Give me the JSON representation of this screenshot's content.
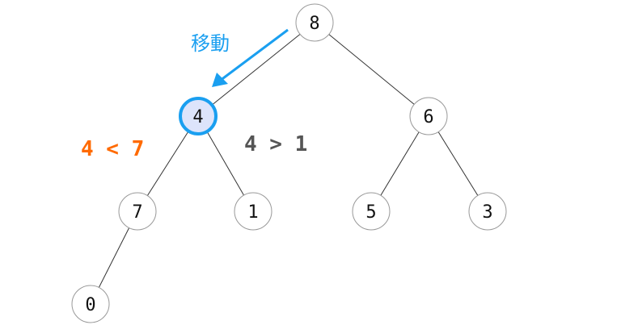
{
  "nodes": [
    {
      "id": "8",
      "label": "8"
    },
    {
      "id": "4",
      "label": "4",
      "highlight": true
    },
    {
      "id": "6",
      "label": "6"
    },
    {
      "id": "7",
      "label": "7"
    },
    {
      "id": "1",
      "label": "1"
    },
    {
      "id": "5",
      "label": "5"
    },
    {
      "id": "3",
      "label": "3"
    },
    {
      "id": "0",
      "label": "0"
    }
  ],
  "edges": [
    [
      "8",
      "4"
    ],
    [
      "8",
      "6"
    ],
    [
      "4",
      "7"
    ],
    [
      "4",
      "1"
    ],
    [
      "6",
      "5"
    ],
    [
      "6",
      "3"
    ],
    [
      "7",
      "0"
    ]
  ],
  "annotations": {
    "move_label": "移動",
    "compare_left": "4 < 7",
    "compare_right": "4 > 1"
  },
  "colors": {
    "accent": "#1a9ff0",
    "highlight_fill": "#dde4fb",
    "orange": "#ff6a00",
    "gray_text": "#555555"
  }
}
